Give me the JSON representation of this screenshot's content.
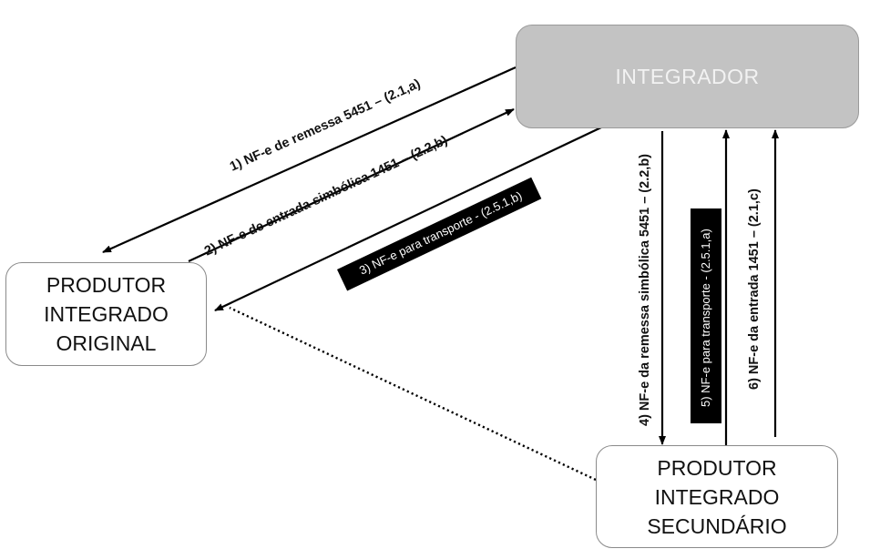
{
  "nodes": {
    "integrador": {
      "label": "INTEGRADOR",
      "fill": "#c3c3c3",
      "text_color": "#f2f2f2"
    },
    "produtor_original": {
      "lines": [
        "PRODUTOR",
        "INTEGRADO",
        "ORIGINAL"
      ]
    },
    "produtor_secundario": {
      "lines": [
        "PRODUTOR",
        "INTEGRADO",
        "SECUNDÁRIO"
      ]
    }
  },
  "edges": [
    {
      "id": 1,
      "from": "integrador",
      "to": "produtor_original",
      "label": "1) NF-e de remessa 5451 – (2.1,a)",
      "style": "solid"
    },
    {
      "id": 2,
      "from": "produtor_original",
      "to": "integrador",
      "label": "2) NF-e de entrada simbólica 1451 – (2.2,b)",
      "style": "solid"
    },
    {
      "id": 3,
      "from": "integrador",
      "to": "produtor_original",
      "label": "3) NF-e para transporte - (2.5.1,b)",
      "style": "solid",
      "label_style": "inverted"
    },
    {
      "id": 4,
      "from": "integrador",
      "to": "produtor_secundario",
      "label": "4) NF-e da remessa simbólica 5451 – (2.2,b)",
      "style": "solid"
    },
    {
      "id": 5,
      "from": "produtor_secundario",
      "to": "integrador",
      "label": "5) NF-e para transporte - (2.5.1,a)",
      "style": "solid",
      "label_style": "inverted"
    },
    {
      "id": 6,
      "from": "produtor_secundario",
      "to": "integrador",
      "label": "6) NF-e da entrada 1451 – (2.1,c)",
      "style": "solid"
    },
    {
      "id": 7,
      "from": "produtor_secundario",
      "to": "produtor_original",
      "label": "",
      "style": "dotted"
    }
  ]
}
